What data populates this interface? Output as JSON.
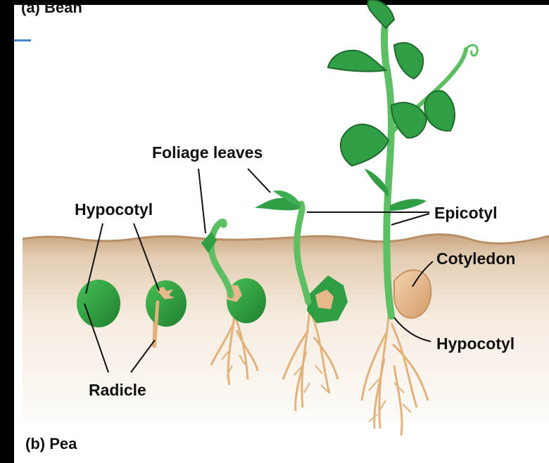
{
  "title_top": "(a) Bean",
  "title_bottom": "(b) Pea",
  "labels": {
    "foliage_leaves": "Foliage leaves",
    "hypocotyl_left": "Hypocotyl",
    "epicotyl": "Epicotyl",
    "cotyledon": "Cotyledon",
    "hypocotyl_right": "Hypocotyl",
    "radicle": "Radicle"
  },
  "colors": {
    "frame": "#000000",
    "soil_surface": "#c9a47e",
    "soil_deep": "#fbf7f1",
    "leaf": "#2f9e44",
    "leaf_dark": "#1f6b2e",
    "stem": "#5cbf62",
    "root": "#e2b27a",
    "cotyledon": "#e6b88a",
    "accent_line": "#4a86c5"
  }
}
